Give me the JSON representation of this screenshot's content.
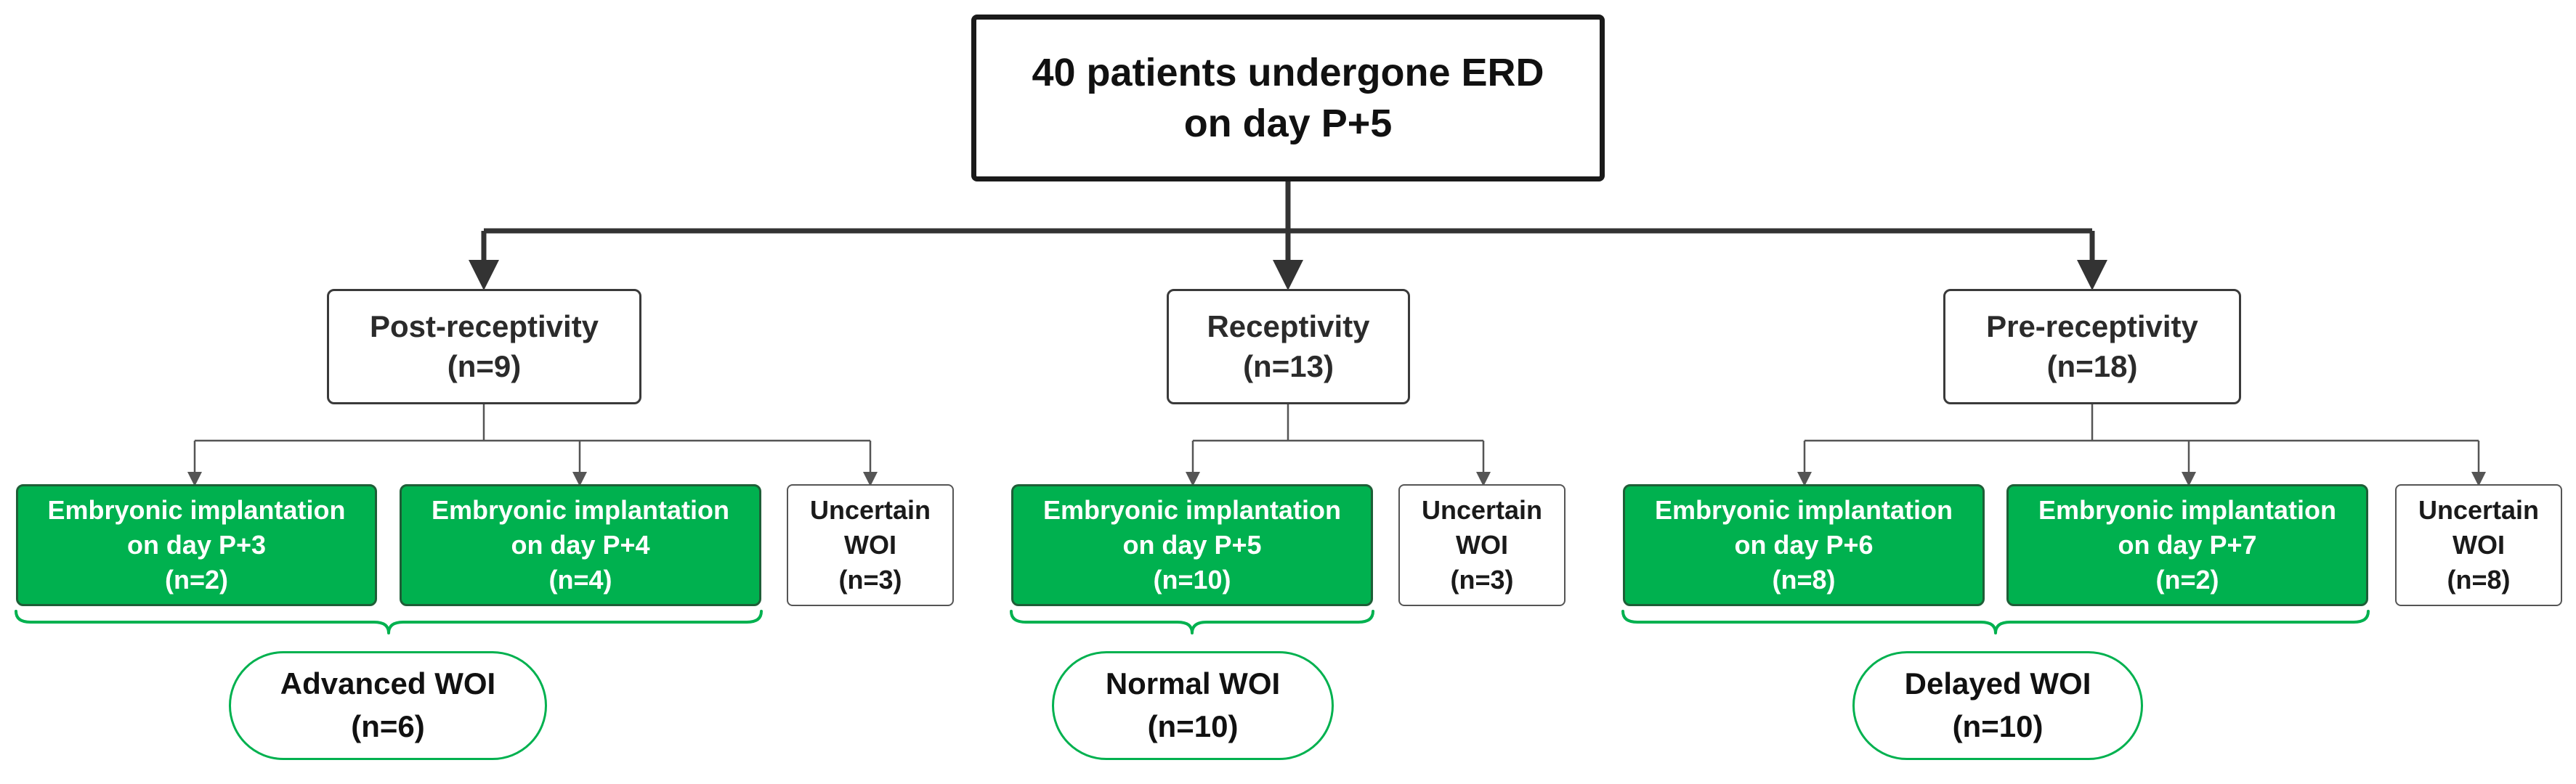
{
  "colors": {
    "implant_fill": "#00b14f",
    "brace_and_woi_border": "#00b14f",
    "connector": "#333333"
  },
  "root": {
    "line1": "40 patients undergone ERD",
    "line2": "on day P+5"
  },
  "groups": [
    {
      "label": "Post-receptivity",
      "count": "(n=9)",
      "children": [
        {
          "type": "implant",
          "line1": "Embryonic implantation",
          "line2": "on day P+3",
          "count": "(n=2)"
        },
        {
          "type": "implant",
          "line1": "Embryonic implantation",
          "line2": "on day P+4",
          "count": "(n=4)"
        },
        {
          "type": "uncertain",
          "line1": "Uncertain",
          "line2": "WOI",
          "count": "(n=3)"
        }
      ],
      "woi": {
        "label": "Advanced WOI",
        "count": "(n=6)"
      }
    },
    {
      "label": "Receptivity",
      "count": "(n=13)",
      "children": [
        {
          "type": "implant",
          "line1": "Embryonic implantation",
          "line2": "on day P+5",
          "count": "(n=10)"
        },
        {
          "type": "uncertain",
          "line1": "Uncertain",
          "line2": "WOI",
          "count": "(n=3)"
        }
      ],
      "woi": {
        "label": "Normal WOI",
        "count": "(n=10)"
      }
    },
    {
      "label": "Pre-receptivity",
      "count": "(n=18)",
      "children": [
        {
          "type": "implant",
          "line1": "Embryonic implantation",
          "line2": "on day P+6",
          "count": "(n=8)"
        },
        {
          "type": "implant",
          "line1": "Embryonic implantation",
          "line2": "on day P+7",
          "count": "(n=2)"
        },
        {
          "type": "uncertain",
          "line1": "Uncertain",
          "line2": "WOI",
          "count": "(n=8)"
        }
      ],
      "woi": {
        "label": "Delayed WOI",
        "count": "(n=10)"
      }
    }
  ]
}
